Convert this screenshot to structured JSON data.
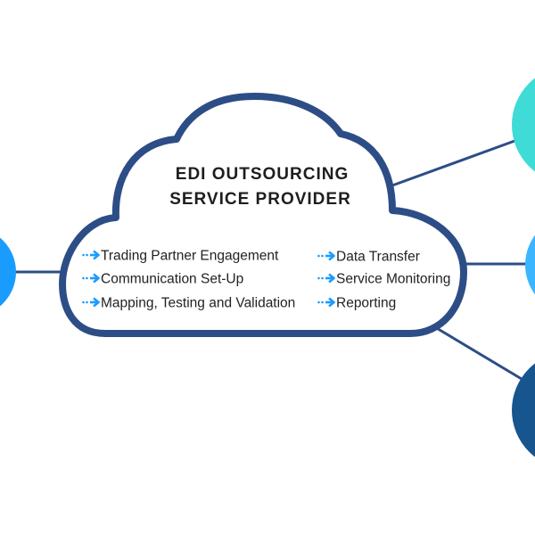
{
  "diagram": {
    "title_lines": [
      "EDI OUTSOURCING",
      "SERVICE PROVIDER"
    ],
    "left_column": [
      "Trading Partner Engagement",
      "Communication Set-Up",
      "Mapping, Testing and Validation"
    ],
    "right_column": [
      "Data Transfer",
      "Service Monitoring",
      "Reporting"
    ],
    "bullet_icon": "dotted-arrow-right-icon",
    "nodes": [
      {
        "name": "left-node",
        "color": "#1a9cff"
      },
      {
        "name": "top-right-node",
        "color": "#3fdbd6"
      },
      {
        "name": "middle-right-node",
        "color": "#3bb5ff"
      },
      {
        "name": "bottom-right-node",
        "color": "#17558e"
      }
    ],
    "colors": {
      "cloud_outline": "#2d4d86",
      "connector": "#2d4d86",
      "bullet_arrow": "#1a9cff",
      "text": "#222222"
    }
  }
}
